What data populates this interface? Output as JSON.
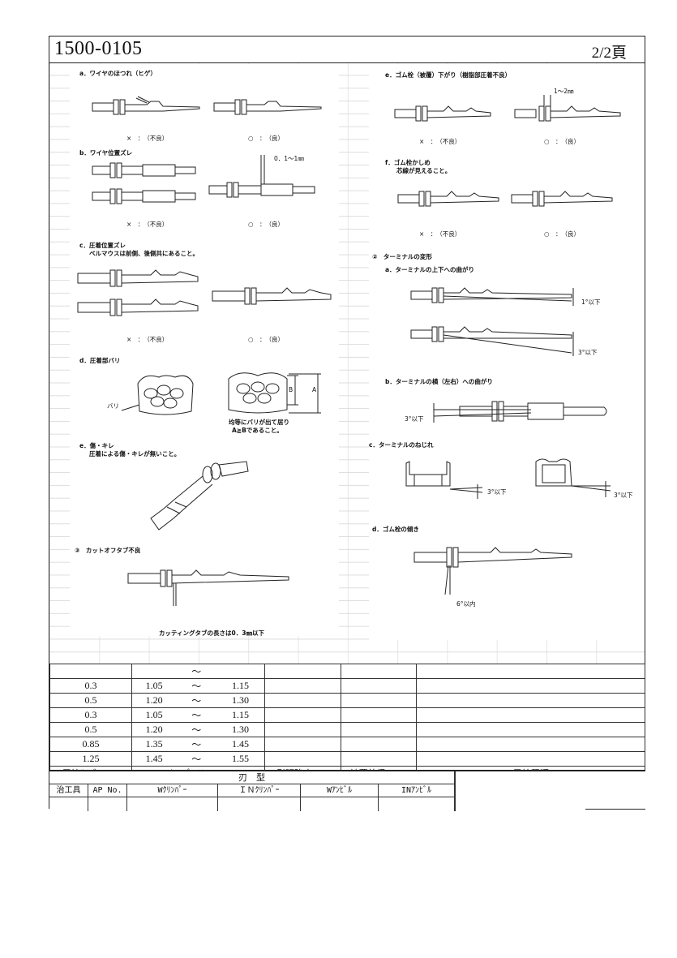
{
  "header": {
    "doc_number": "1500-0105",
    "page": "2/2頁"
  },
  "left": {
    "a": {
      "title": "a．ワイヤのほつれ（ヒゲ）",
      "bad": "×　：　（不良）",
      "good": "○　：　（良）"
    },
    "b": {
      "title": "b．ワイヤ位置ズレ",
      "dim": "0．1～1㎜",
      "bad": "×　：　（不良）",
      "good": "○　：　（良）"
    },
    "c": {
      "title": "c．圧着位置ズレ",
      "note": "ベルマウスは前側、後側共にあること。",
      "bad": "×　：　（不良）",
      "good": "○　：　（良）"
    },
    "d": {
      "title": "d．圧着部バリ",
      "burr": "バリ",
      "labelB": "B",
      "labelA": "A",
      "note1": "均等にバリが出て居り",
      "note2": "A≧Bであること。"
    },
    "e": {
      "title": "e．傷・キレ",
      "note": "圧着による傷・キレが無いこと。"
    },
    "s3": {
      "title": "③　カットオフタブ不良",
      "note": "カッティングタブの長さは0．3㎜以下"
    }
  },
  "right": {
    "e": {
      "title": "e．ゴム栓（被覆）下がり（樹脂部圧着不良）",
      "dim": "1～2㎜",
      "bad": "×　：　（不良）",
      "good": "○　：　（良）"
    },
    "f": {
      "title": "f．ゴム栓かしめ",
      "note": "芯線が見えること。",
      "bad": "×　：　（不良）",
      "good": "○　：　（良）"
    },
    "s2": {
      "title": "②　ターミナルの変形"
    },
    "a": {
      "title": "a．ターミナルの上下への曲がり",
      "lim1": "1°以下",
      "lim2": "3°以下"
    },
    "b": {
      "title": "b．ターミナルの横（左右）への曲がり",
      "lim": "3°以下"
    },
    "c": {
      "title": "c．ターミナルのねじれ",
      "lim1": "3°以下",
      "lim2": "3°以下"
    },
    "d": {
      "title": "d．ゴム栓の傾き",
      "lim": "6°以内"
    }
  },
  "table": {
    "top_tilde": "～",
    "rows": [
      {
        "size": "0.3",
        "min": "1.05",
        "sep": "～",
        "max": "1.15"
      },
      {
        "size": "0.5",
        "min": "1.20",
        "sep": "～",
        "max": "1.30"
      },
      {
        "size": "0.3",
        "min": "1.05",
        "sep": "～",
        "max": "1.15"
      },
      {
        "size": "0.5",
        "min": "1.20",
        "sep": "～",
        "max": "1.30"
      },
      {
        "size": "0.85",
        "min": "1.35",
        "sep": "～",
        "max": "1.45"
      },
      {
        "size": "1.25",
        "min": "1.45",
        "sep": "～",
        "max": "1.55"
      }
    ],
    "headers": {
      "wire_size": "電線ｻｲｽﾞ(SQ)",
      "crimp_height": "ｸﾘﾝﾌﾟﾊｲﾄ(mm)",
      "tensile": "引張強度(N)",
      "outer_dia": "被覆外径(mm)",
      "wire_type": "電線種類"
    }
  },
  "tooling": {
    "group": "刃　型",
    "jig": "治工具",
    "ap_no": "AP No.",
    "w_crimper": "Wｸﾘﾝﾊﾟｰ",
    "in_crimper": "ＩＮｸﾘﾝﾊﾟｰ",
    "w_anvil": "Wｱﾝﾋﾞﾙ",
    "in_anvil": "INｱﾝﾋﾞﾙ"
  }
}
